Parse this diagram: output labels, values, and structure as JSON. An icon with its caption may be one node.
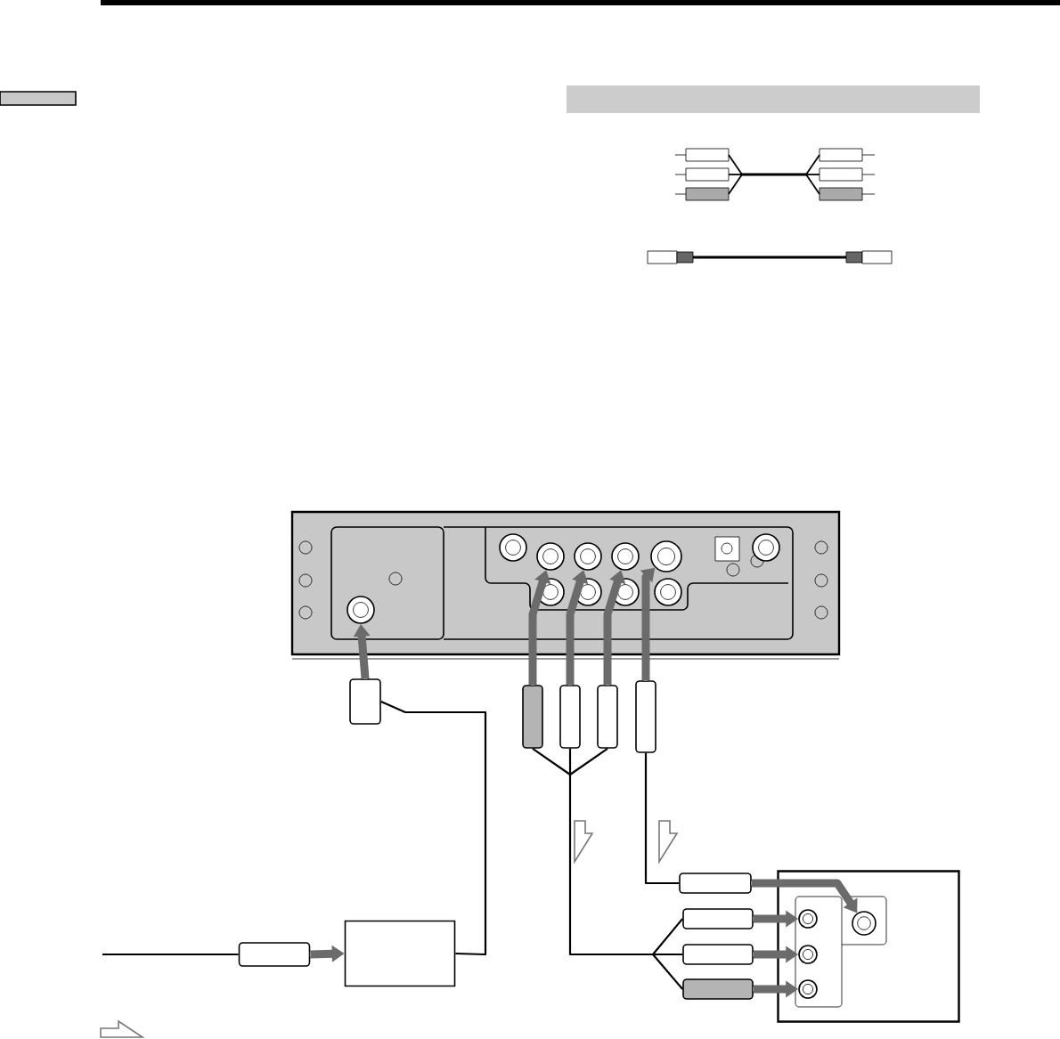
{
  "diagram": {
    "nodes": [
      {
        "text": [],
        "shape": "box"
      },
      {
        "text": [],
        "shape": "circle",
        "in": 0
      },
      {
        "text": [],
        "shape": "circle",
        "in": 0
      },
      {
        "text": [],
        "shape": "circle",
        "in": 0
      },
      {
        "text": [],
        "shape": "circle",
        "in": 0
      },
      {
        "text": [],
        "shape": "circle",
        "in": 0
      },
      {
        "text": [],
        "shape": "plug"
      },
      {
        "text": [],
        "shape": "box"
      },
      {
        "text": [],
        "shape": "plug"
      },
      {
        "text": [],
        "shape": "plug"
      },
      {
        "text": [],
        "shape": "plug"
      },
      {
        "text": [],
        "shape": "plug"
      },
      {
        "text": [],
        "shape": "plug"
      },
      {
        "text": [],
        "shape": "plug"
      },
      {
        "text": [],
        "shape": "plug"
      },
      {
        "text": [],
        "shape": "plug"
      },
      {
        "text": [],
        "shape": "plug"
      },
      {
        "text": [],
        "shape": "box"
      },
      {
        "text": [],
        "shape": "circle",
        "in": 17
      },
      {
        "text": [],
        "shape": "circle",
        "in": 17
      },
      {
        "text": [],
        "shape": "circle",
        "in": 17
      },
      {
        "text": [],
        "shape": "circle",
        "in": 17
      },
      {
        "text": [],
        "shape": "bar"
      },
      {
        "text": [],
        "shape": "bar"
      },
      {
        "text": [],
        "shape": "circle",
        "in": 0
      },
      {
        "text": [],
        "shape": "circle",
        "in": 0
      },
      {
        "text": [],
        "shape": "circle",
        "in": 0
      },
      {
        "text": [],
        "shape": "circle",
        "in": 0
      },
      {
        "text": [],
        "shape": "circle",
        "in": 0
      },
      {
        "text": [],
        "shape": "circle",
        "in": 0
      }
    ],
    "edges": [
      {
        "from": 6,
        "to": 1,
        "arrow": "to",
        "style": "thick",
        "color": "#6b6b6b"
      },
      {
        "from": 9,
        "to": 2,
        "arrow": "to",
        "style": "thick",
        "color": "#6b6b6b"
      },
      {
        "from": 10,
        "to": 3,
        "arrow": "to",
        "style": "thick",
        "color": "#6b6b6b"
      },
      {
        "from": 11,
        "to": 4,
        "arrow": "to",
        "style": "thick",
        "color": "#6b6b6b"
      },
      {
        "from": 12,
        "to": 5,
        "arrow": "to",
        "style": "thick",
        "color": "#6b6b6b"
      },
      {
        "from": 8,
        "to": 7,
        "arrow": "to",
        "style": "thick",
        "color": "#6b6b6b"
      },
      {
        "from": 13,
        "to": 18,
        "arrow": "to",
        "style": "thick",
        "color": "#6b6b6b"
      },
      {
        "from": 14,
        "to": 19,
        "arrow": "to",
        "style": "thick",
        "color": "#6b6b6b"
      },
      {
        "from": 15,
        "to": 20,
        "arrow": "to",
        "style": "thick",
        "color": "#6b6b6b"
      },
      {
        "from": 16,
        "to": 21,
        "arrow": "to",
        "style": "thick",
        "color": "#6b6b6b"
      },
      {
        "from": 6,
        "to": 7,
        "arrow": "none",
        "color": "#000000"
      },
      {
        "from": 12,
        "to": 13,
        "arrow": "none",
        "color": "#000000"
      },
      {
        "from": 9,
        "to": 14,
        "arrow": "none",
        "color": "#000000"
      },
      {
        "from": 9,
        "to": 15,
        "arrow": "none",
        "color": "#000000"
      },
      {
        "from": 9,
        "to": 16,
        "arrow": "none",
        "color": "#000000"
      },
      {
        "from": 10,
        "to": 14,
        "arrow": "none",
        "color": "#000000"
      },
      {
        "from": 10,
        "to": 15,
        "arrow": "none",
        "color": "#000000"
      },
      {
        "from": 10,
        "to": 16,
        "arrow": "none",
        "color": "#000000"
      },
      {
        "from": 11,
        "to": 14,
        "arrow": "none",
        "color": "#000000"
      },
      {
        "from": 11,
        "to": 15,
        "arrow": "none",
        "color": "#000000"
      },
      {
        "from": 11,
        "to": 16,
        "arrow": "none",
        "color": "#000000"
      },
      {
        "from": 8,
        "to": null,
        "arrow": "none",
        "color": "#000000"
      }
    ]
  }
}
